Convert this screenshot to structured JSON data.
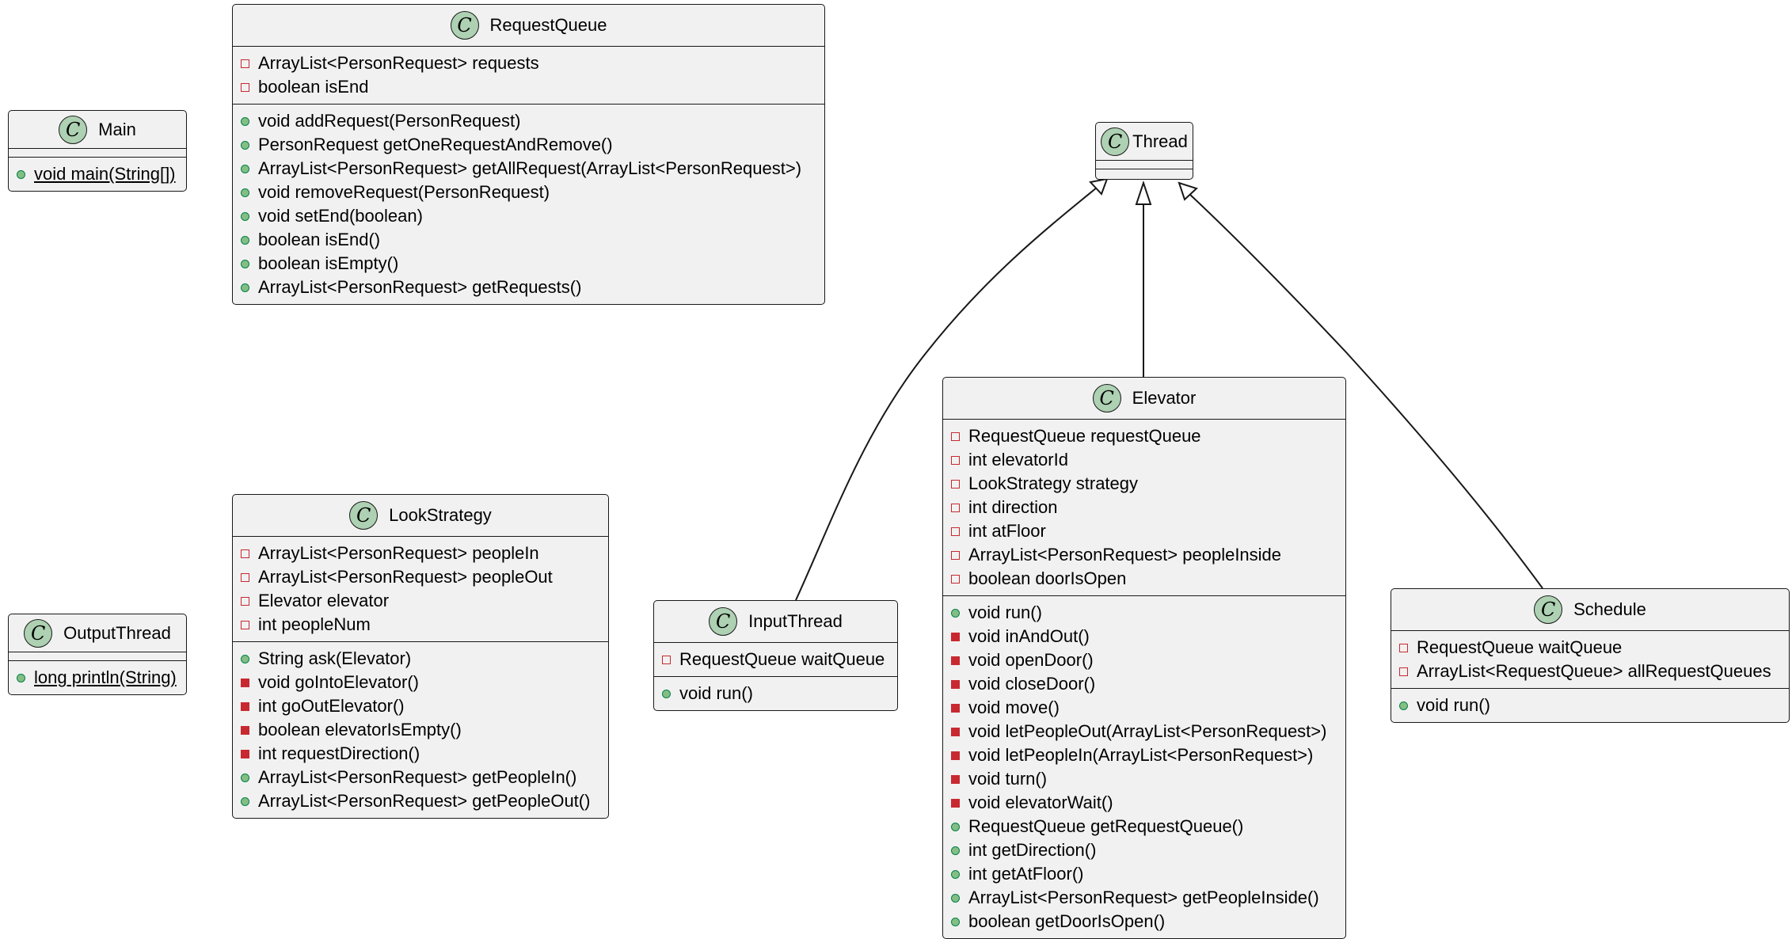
{
  "classes": {
    "main": {
      "name": "Main",
      "methods": [
        {
          "vis": "public",
          "text": "void main(String[])",
          "static": true
        }
      ]
    },
    "request_queue": {
      "name": "RequestQueue",
      "fields": [
        {
          "vis": "private",
          "text": "ArrayList<PersonRequest> requests"
        },
        {
          "vis": "private",
          "text": "boolean isEnd"
        }
      ],
      "methods": [
        {
          "vis": "public",
          "text": "void addRequest(PersonRequest)"
        },
        {
          "vis": "public",
          "text": "PersonRequest getOneRequestAndRemove()"
        },
        {
          "vis": "public",
          "text": "ArrayList<PersonRequest> getAllRequest(ArrayList<PersonRequest>)"
        },
        {
          "vis": "public",
          "text": "void removeRequest(PersonRequest)"
        },
        {
          "vis": "public",
          "text": "void setEnd(boolean)"
        },
        {
          "vis": "public",
          "text": "boolean isEnd()"
        },
        {
          "vis": "public",
          "text": "boolean isEmpty()"
        },
        {
          "vis": "public",
          "text": "ArrayList<PersonRequest> getRequests()"
        }
      ]
    },
    "thread": {
      "name": "Thread"
    },
    "output_thread": {
      "name": "OutputThread",
      "methods": [
        {
          "vis": "public",
          "text": "long println(String)",
          "static": true
        }
      ]
    },
    "look_strategy": {
      "name": "LookStrategy",
      "fields": [
        {
          "vis": "private",
          "text": "ArrayList<PersonRequest> peopleIn"
        },
        {
          "vis": "private",
          "text": "ArrayList<PersonRequest> peopleOut"
        },
        {
          "vis": "private",
          "text": "Elevator elevator"
        },
        {
          "vis": "private",
          "text": "int peopleNum"
        }
      ],
      "methods": [
        {
          "vis": "public",
          "text": "String ask(Elevator)"
        },
        {
          "vis": "private-method",
          "text": "void goIntoElevator()"
        },
        {
          "vis": "private-method",
          "text": "int goOutElevator()"
        },
        {
          "vis": "private-method",
          "text": "boolean elevatorIsEmpty()"
        },
        {
          "vis": "private-method",
          "text": "int requestDirection()"
        },
        {
          "vis": "public",
          "text": "ArrayList<PersonRequest> getPeopleIn()"
        },
        {
          "vis": "public",
          "text": "ArrayList<PersonRequest> getPeopleOut()"
        }
      ]
    },
    "input_thread": {
      "name": "InputThread",
      "fields": [
        {
          "vis": "private",
          "text": "RequestQueue waitQueue"
        }
      ],
      "methods": [
        {
          "vis": "public",
          "text": "void run()"
        }
      ]
    },
    "elevator": {
      "name": "Elevator",
      "fields": [
        {
          "vis": "private",
          "text": "RequestQueue requestQueue"
        },
        {
          "vis": "private",
          "text": "int elevatorId"
        },
        {
          "vis": "private",
          "text": "LookStrategy strategy"
        },
        {
          "vis": "private",
          "text": "int direction"
        },
        {
          "vis": "private",
          "text": "int atFloor"
        },
        {
          "vis": "private",
          "text": "ArrayList<PersonRequest> peopleInside"
        },
        {
          "vis": "private",
          "text": "boolean doorIsOpen"
        }
      ],
      "methods": [
        {
          "vis": "public",
          "text": "void run()"
        },
        {
          "vis": "private-method",
          "text": "void inAndOut()"
        },
        {
          "vis": "private-method",
          "text": "void openDoor()"
        },
        {
          "vis": "private-method",
          "text": "void closeDoor()"
        },
        {
          "vis": "private-method",
          "text": "void move()"
        },
        {
          "vis": "private-method",
          "text": "void letPeopleOut(ArrayList<PersonRequest>)"
        },
        {
          "vis": "private-method",
          "text": "void letPeopleIn(ArrayList<PersonRequest>)"
        },
        {
          "vis": "private-method",
          "text": "void turn()"
        },
        {
          "vis": "private-method",
          "text": "void elevatorWait()"
        },
        {
          "vis": "public",
          "text": "RequestQueue getRequestQueue()"
        },
        {
          "vis": "public",
          "text": "int getDirection()"
        },
        {
          "vis": "public",
          "text": "int getAtFloor()"
        },
        {
          "vis": "public",
          "text": "ArrayList<PersonRequest> getPeopleInside()"
        },
        {
          "vis": "public",
          "text": "boolean getDoorIsOpen()"
        }
      ]
    },
    "schedule": {
      "name": "Schedule",
      "fields": [
        {
          "vis": "private",
          "text": "RequestQueue waitQueue"
        },
        {
          "vis": "private",
          "text": "ArrayList<RequestQueue> allRequestQueues"
        }
      ],
      "methods": [
        {
          "vis": "public",
          "text": "void run()"
        }
      ]
    }
  },
  "class_icon_letter": "C",
  "relations": [
    {
      "type": "extends",
      "from": "InputThread",
      "to": "Thread"
    },
    {
      "type": "extends",
      "from": "Elevator",
      "to": "Thread"
    },
    {
      "type": "extends",
      "from": "Schedule",
      "to": "Thread"
    }
  ],
  "colors": {
    "class_fill": "#f1f1f1",
    "border": "#181818",
    "class_icon": "#add1b2",
    "public_marker": "#84be84",
    "private_marker": "#c82930"
  }
}
